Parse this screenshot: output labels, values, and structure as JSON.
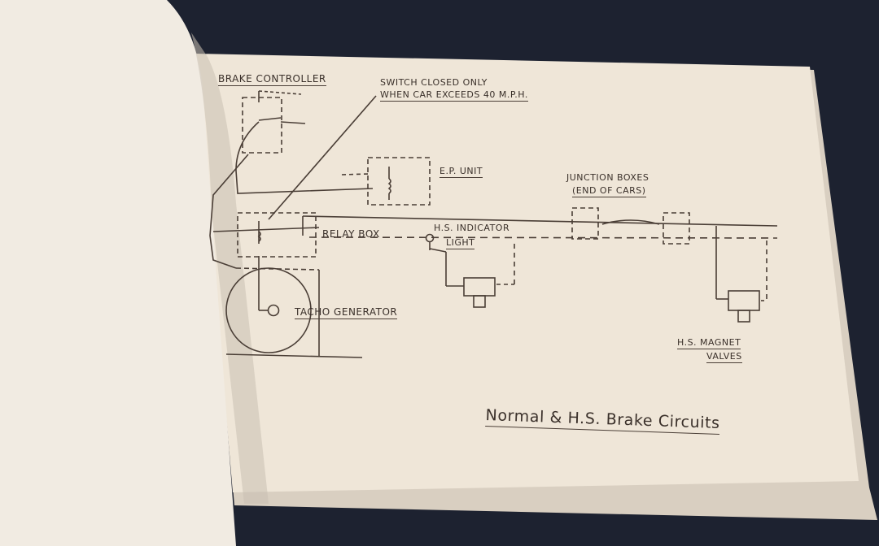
{
  "diagram": {
    "labels": {
      "brake_controller": "BRAKE CONTROLLER",
      "switch_line1": "SWITCH CLOSED ONLY",
      "switch_line2": "WHEN CAR EXCEEDS 40 M.P.H.",
      "ep_unit": "E.P. UNIT",
      "junction_line1": "JUNCTION BOXES",
      "junction_line2": "(END OF CARS)",
      "relay_box": "RELAY BOX",
      "hs_indicator_line1": "H.S. INDICATOR",
      "hs_indicator_line2": "LIGHT",
      "tacho_generator": "TACHO GENERATOR",
      "hs_magnet_line1": "H.S. MAGNET",
      "hs_magnet_line2": "VALVES"
    },
    "caption": "Normal & H.S. Brake Circuits"
  },
  "colors": {
    "background": "#1d2230",
    "page": "#efe6d8",
    "ink": "#4a3e36"
  }
}
